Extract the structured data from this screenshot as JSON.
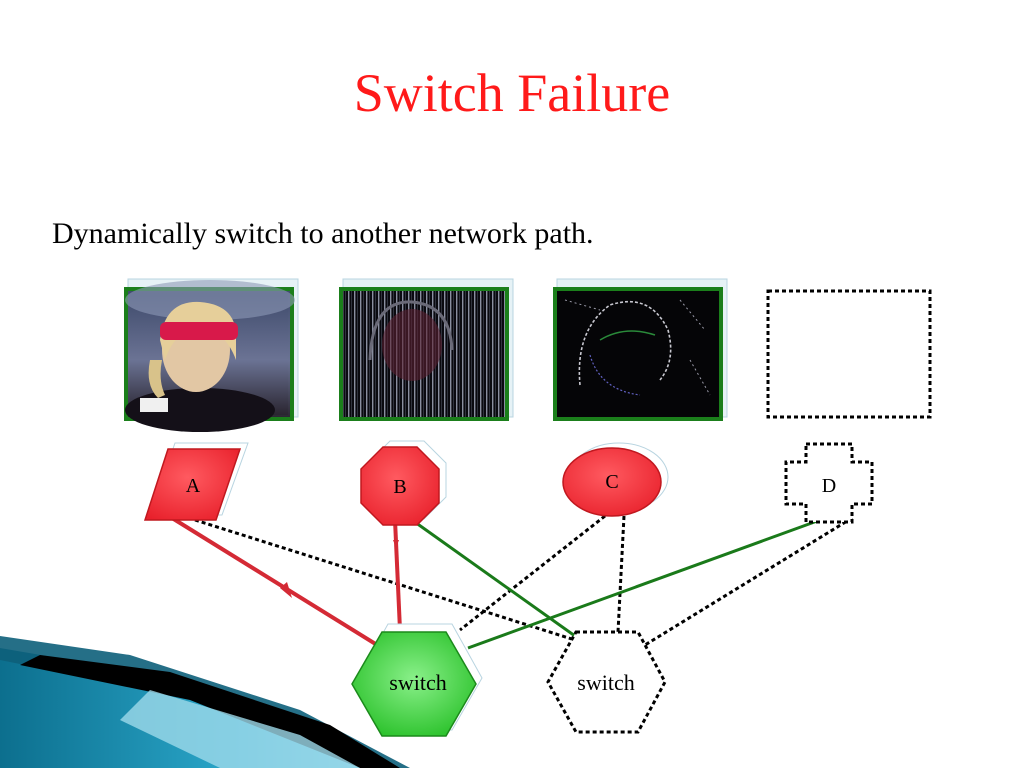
{
  "slide": {
    "title": "Switch Failure",
    "bullet": "Dynamically switch to another network path."
  },
  "nodes": {
    "a": "A",
    "b": "B",
    "c": "C",
    "d": "D",
    "switch_primary": "switch",
    "switch_failed": "switch"
  },
  "colors": {
    "title": "#ff1a1a",
    "node_red": "#ee2d38",
    "switch_green": "#3fd43f",
    "active_path_red": "#d42a35",
    "green_path": "#1a7a1a",
    "frame_green": "#1b7f1b"
  }
}
